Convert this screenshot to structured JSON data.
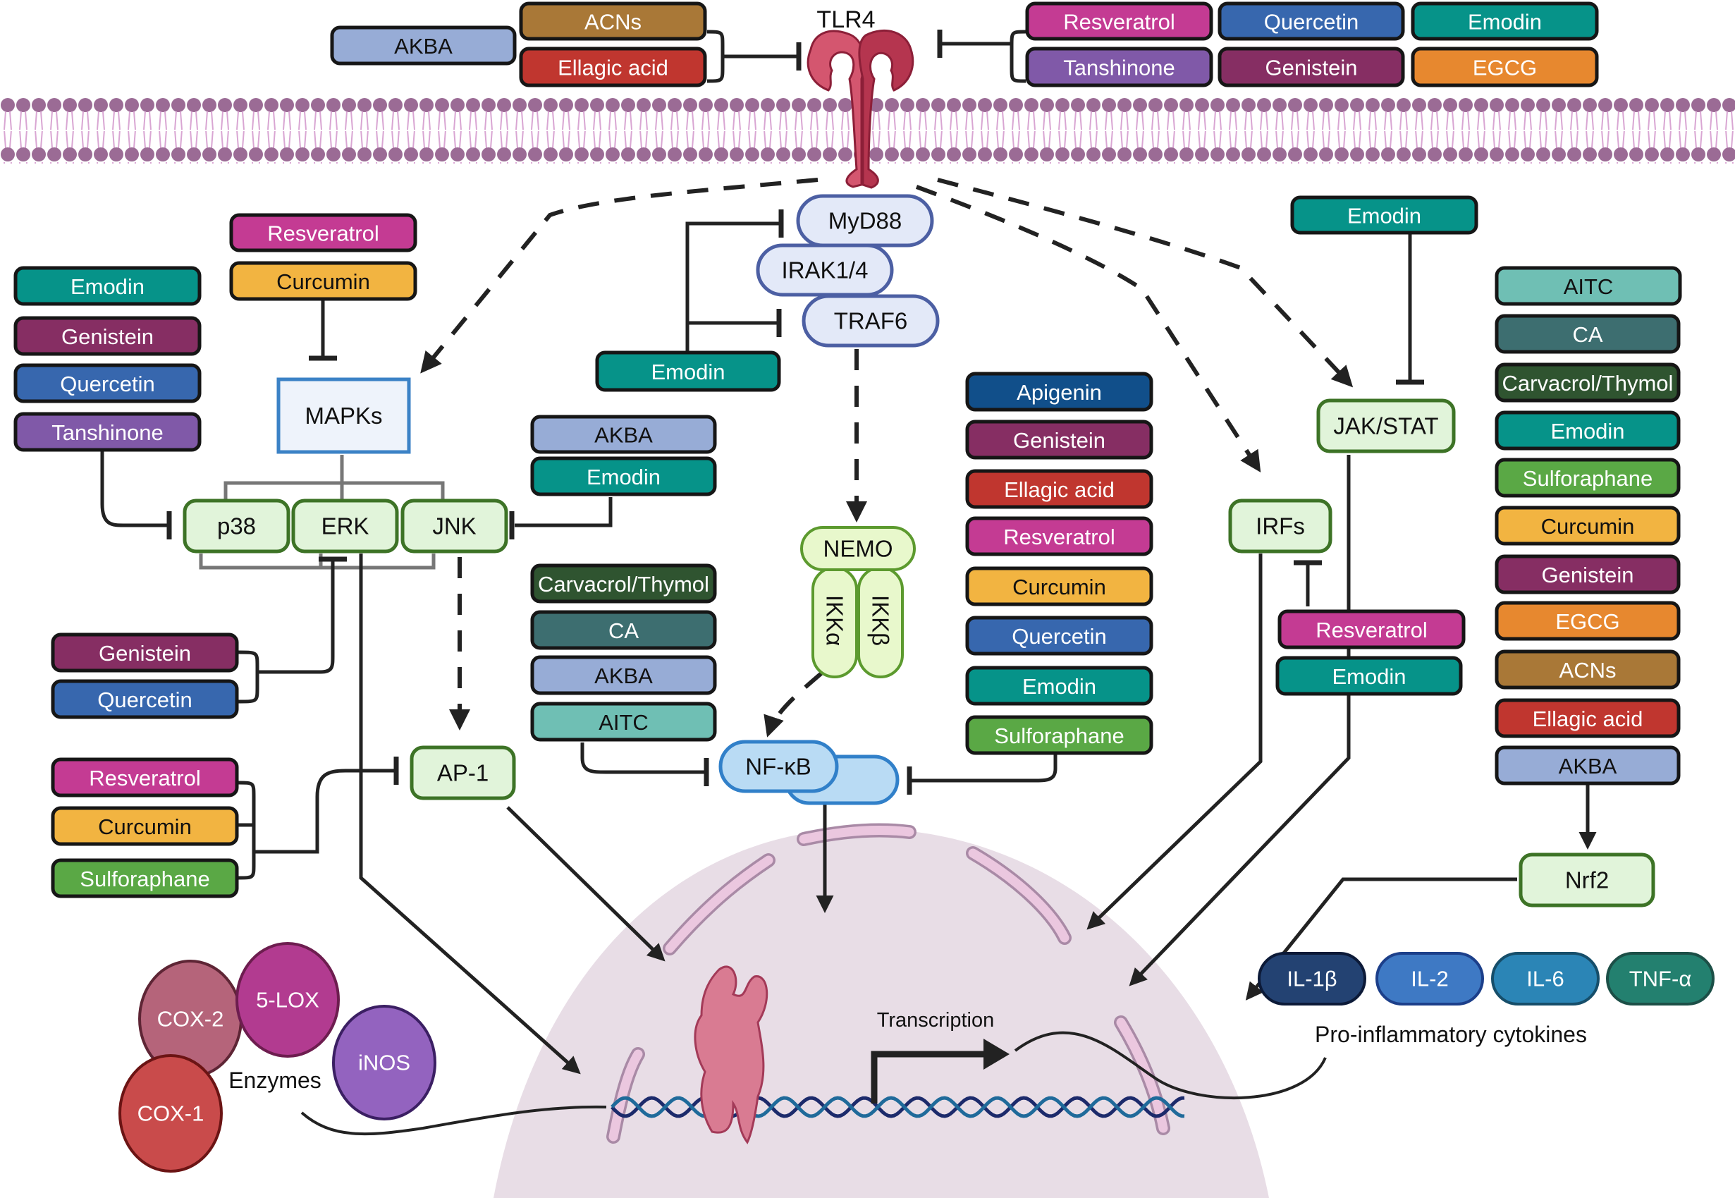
{
  "title": "TLR4 signaling pathway inhibition by phytochemicals",
  "receptor": {
    "label": "TLR4",
    "color": "#d4566f",
    "dark": "#b5354f",
    "outline": "#8c1f38"
  },
  "membrane": {
    "head_color": "#9b6b95",
    "tail_color": "#d9a6d3"
  },
  "colors": {
    "AKBA": "#97acd6",
    "ACNs": "#a97837",
    "Ellagic acid": "#c0362f",
    "Resveratrol": "#c43b93",
    "Quercetin": "#3767ae",
    "Emodin": "#069389",
    "Tanshinone": "#8059a8",
    "Genistein": "#862e63",
    "EGCG": "#e7882f",
    "Curcumin": "#f2b441",
    "Apigenin": "#114f8a",
    "Sulforaphane": "#5aa845",
    "Carvacrol/Thymol": "#2f5430",
    "CA": "#3d6e70",
    "AITC": "#6fbfb4"
  },
  "dark_text_compounds": [
    "AKBA",
    "Curcumin",
    "AITC"
  ],
  "compound_groups": {
    "tlr4_left": [
      "AKBA",
      "ACNs",
      "Ellagic acid"
    ],
    "tlr4_right": [
      "Resveratrol",
      "Quercetin",
      "Emodin",
      "Tanshinone",
      "Genistein",
      "EGCG"
    ],
    "mapk_top": [
      "Resveratrol",
      "Curcumin"
    ],
    "p38_left": [
      "Emodin",
      "Genistein",
      "Quercetin",
      "Tanshinone"
    ],
    "myd88_traf6": [
      "Emodin"
    ],
    "jnk_right": [
      "AKBA",
      "Emodin"
    ],
    "erk_below": [
      "Genistein",
      "Quercetin"
    ],
    "ap1_left": [
      "Resveratrol",
      "Curcumin",
      "Sulforaphane"
    ],
    "nfkb_left": [
      "Carvacrol/Thymol",
      "CA",
      "AKBA",
      "AITC"
    ],
    "nfkb_right": [
      "Apigenin",
      "Genistein",
      "Ellagic acid",
      "Resveratrol",
      "Curcumin",
      "Quercetin",
      "Emodin",
      "Sulforaphane"
    ],
    "jakstat_top": [
      "Emodin"
    ],
    "irf_below": [
      "Resveratrol",
      "Emodin"
    ],
    "nrf2_activators": [
      "AITC",
      "CA",
      "Carvacrol/Thymol",
      "Emodin",
      "Sulforaphane",
      "Curcumin",
      "Genistein",
      "EGCG",
      "ACNs",
      "Ellagic acid",
      "AKBA"
    ]
  },
  "nodes": {
    "myd88": "MyD88",
    "irak": "IRAK1/4",
    "traf6": "TRAF6",
    "mapks": "MAPKs",
    "p38": "p38",
    "erk": "ERK",
    "jnk": "JNK",
    "ap1": "AP-1",
    "nemo": "NEMO",
    "ikka": "IKKα",
    "ikkb": "IKKβ",
    "nfkb": "NF-κB",
    "irfs": "IRFs",
    "jakstat": "JAK/STAT",
    "nrf2": "Nrf2"
  },
  "node_colors": {
    "adaptor_fill": "#e3e9f8",
    "adaptor_stroke": "#4c5fa3",
    "kinase_fill": "#e1f4da",
    "kinase_stroke": "#3d7326",
    "mapk_fill": "#eef3fb",
    "mapk_stroke": "#3b82c6",
    "nemo_fill": "#e8f8cc",
    "nemo_stroke": "#5c9a2e",
    "nfkb_fill": "#b9dbf4",
    "nfkb_stroke": "#3180c9"
  },
  "enzymes": {
    "label": "Enzymes",
    "items": [
      {
        "label": "COX-2",
        "color": "#b5647a",
        "stroke": "#5e2535"
      },
      {
        "label": "5-LOX",
        "color": "#b23b90",
        "stroke": "#6d1d4f"
      },
      {
        "label": "iNOS",
        "color": "#9363bf",
        "stroke": "#3b1f63"
      },
      {
        "label": "COX-1",
        "color": "#c94b4b",
        "stroke": "#6b1414"
      }
    ]
  },
  "nucleus": {
    "fill": "#e8dde6",
    "envelope": "#ebc7df",
    "envelope_stroke": "#a98aa6",
    "transcription_label": "Transcription"
  },
  "cytokines": {
    "label": "Pro-inflammatory cytokines",
    "items": [
      {
        "label": "IL-1β",
        "color": "#234272",
        "stroke": "#0c1a38"
      },
      {
        "label": "IL-2",
        "color": "#3e79c4",
        "stroke": "#1c3f8a"
      },
      {
        "label": "IL-6",
        "color": "#2b85b6",
        "stroke": "#164e6a"
      },
      {
        "label": "TNF-α",
        "color": "#23806f",
        "stroke": "#1c4f47"
      }
    ]
  }
}
